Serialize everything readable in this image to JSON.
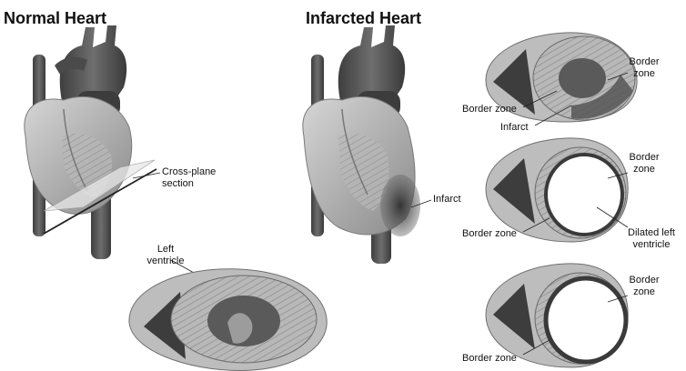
{
  "titles": {
    "normal": "Normal Heart",
    "infarcted": "Infarcted Heart"
  },
  "labels": {
    "cross_plane_1": "Cross-plane",
    "cross_plane_2": "section",
    "left_ventricle_1": "Left",
    "left_ventricle_2": "ventricle",
    "border_zone_a_1": "Border",
    "border_zone_a_2": "zone",
    "border_zone_b": "Border zone",
    "infarct_section": "Infarct",
    "infarct_heart": "Infarct",
    "border_zone_c_1": "Border",
    "border_zone_c_2": "zone",
    "border_zone_d": "Border zone",
    "dilated_1": "Dilated left",
    "dilated_2": "ventricle",
    "border_zone_e_1": "Border",
    "border_zone_e_2": "zone",
    "border_zone_f": "Border zone"
  },
  "colors": {
    "muscle": "#a9a9a9",
    "muscle_light": "#cfcfcf",
    "vessel": "#5e5e5e",
    "infarct": "#4a4a4a",
    "line": "#222222"
  }
}
